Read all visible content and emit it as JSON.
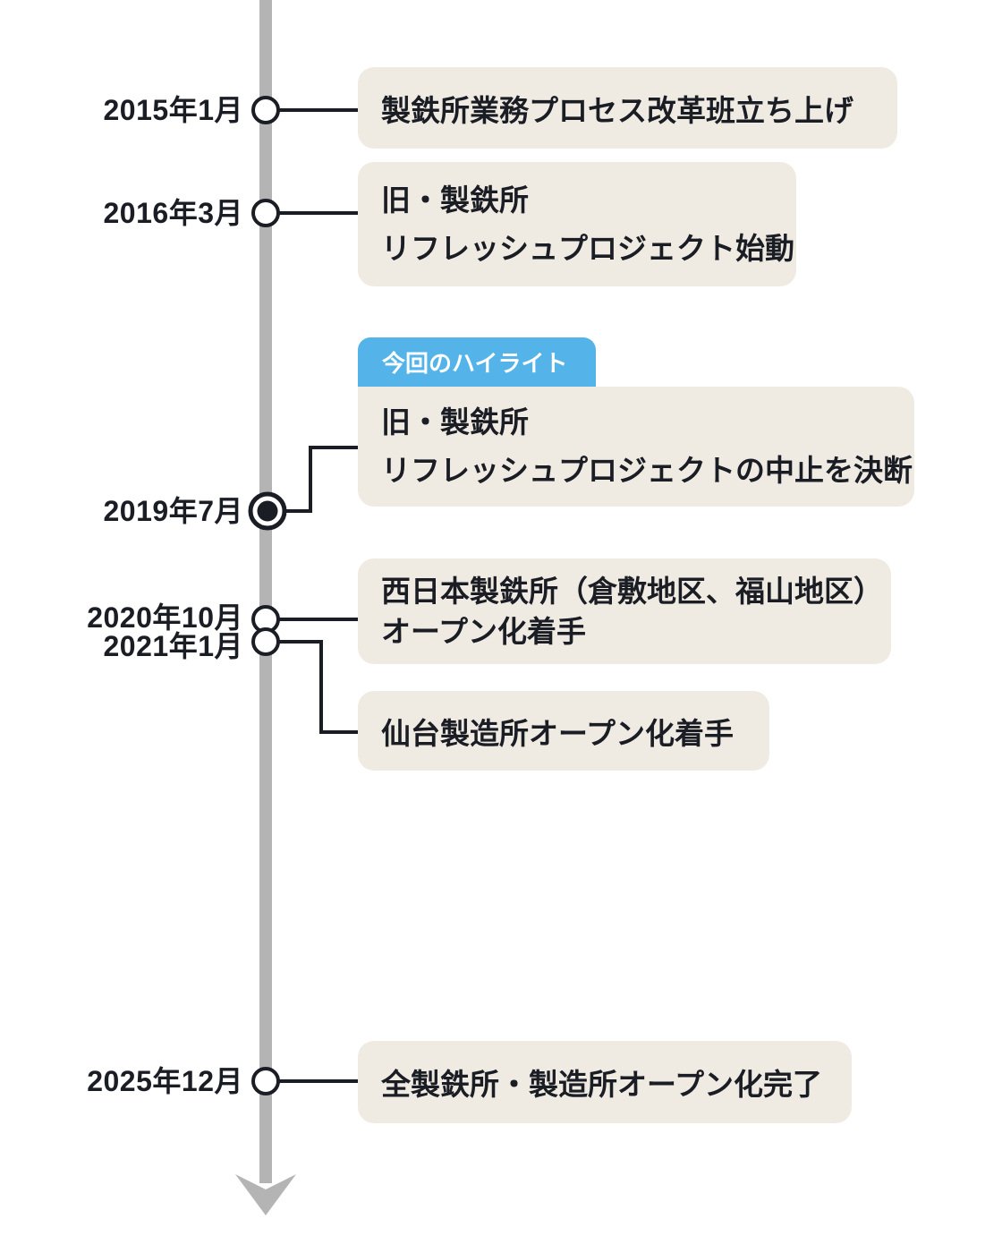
{
  "timeline": {
    "axis": {
      "direction": "down",
      "line_color": "#b4b4b4"
    },
    "colors": {
      "background": "#ffffff",
      "card_bg": "#f0ebe2",
      "highlight_badge_bg": "#54b3e8",
      "highlight_badge_text": "#ffffff",
      "text": "#1b1d25",
      "connector": "#1b1d25",
      "node_stroke": "#1b1d25",
      "node_fill_open": "#ffffff",
      "node_fill_highlight": "#1b1d25"
    },
    "highlight_badge_label": "今回のハイライト",
    "entries": [
      {
        "date": "2015年1月",
        "node": "open",
        "lines": [
          "製鉄所業務プロセス改革班立ち上げ"
        ]
      },
      {
        "date": "2016年3月",
        "node": "open",
        "lines": [
          "旧・製鉄所",
          "リフレッシュプロジェクト始動"
        ]
      },
      {
        "date": "2019年7月",
        "node": "filled-highlight",
        "highlighted": true,
        "lines": [
          "旧・製鉄所",
          "リフレッシュプロジェクトの中止を決断"
        ]
      },
      {
        "date": "2020年10月",
        "node": "open",
        "lines": [
          "西日本製鉄所（倉敷地区、福山地区）",
          "オープン化着手"
        ]
      },
      {
        "date": "2021年1月",
        "node": "open",
        "lines": [
          "仙台製造所オープン化着手"
        ]
      },
      {
        "date": "2025年12月",
        "node": "open",
        "lines": [
          "全製鉄所・製造所オープン化完了"
        ]
      }
    ]
  }
}
